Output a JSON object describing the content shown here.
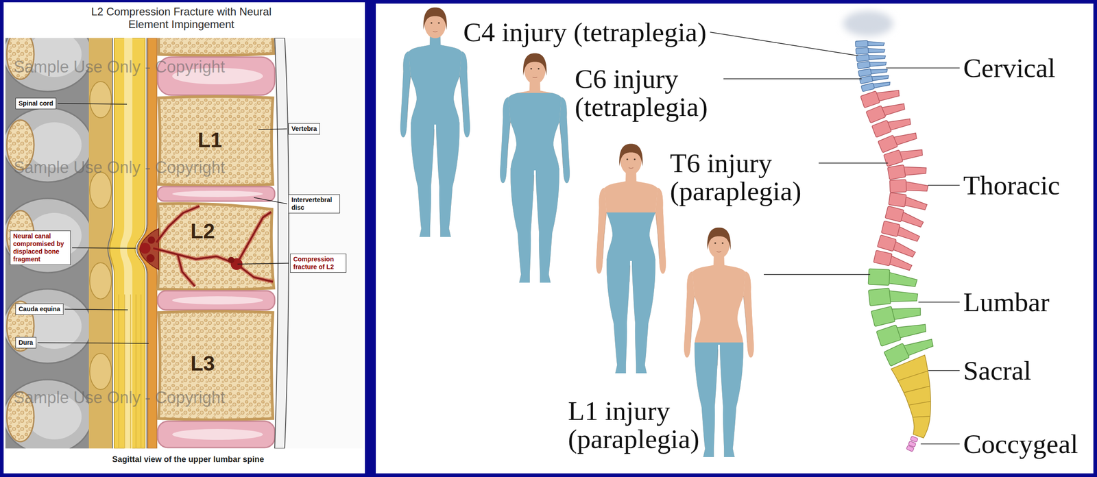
{
  "diagram": {
    "title": "L2 Compression Fracture with Neural Element Impingement",
    "caption": "Sagittal view of the upper lumbar spine",
    "nodes": [
      {
        "text": [
          "Spinal cord"
        ]
      },
      {
        "text": [
          "Vertebra"
        ]
      },
      {
        "text": [
          "Intervertebral disc"
        ]
      },
      {
        "text": [
          "Neural canal compromised by displaced bone fragment"
        ]
      },
      {
        "text": [
          "Compression fracture of L2"
        ]
      },
      {
        "text": [
          "Cauda equina"
        ]
      },
      {
        "text": [
          "Dura"
        ]
      }
    ],
    "labels": [
      "Sample Use Only - Copyright",
      "Sample Use Only - Copyright",
      "Sample Use Only - Copyright",
      "L1",
      "L2",
      "L3",
      "C4 injury (tetraplegia)",
      "C6 injury (tetraplegia)",
      "T6 injury (paraplegia)",
      "L1 injury (paraplegia)",
      "Cervical",
      "Thoracic",
      "Lumbar",
      "Sacral",
      "Coccygeal"
    ]
  }
}
